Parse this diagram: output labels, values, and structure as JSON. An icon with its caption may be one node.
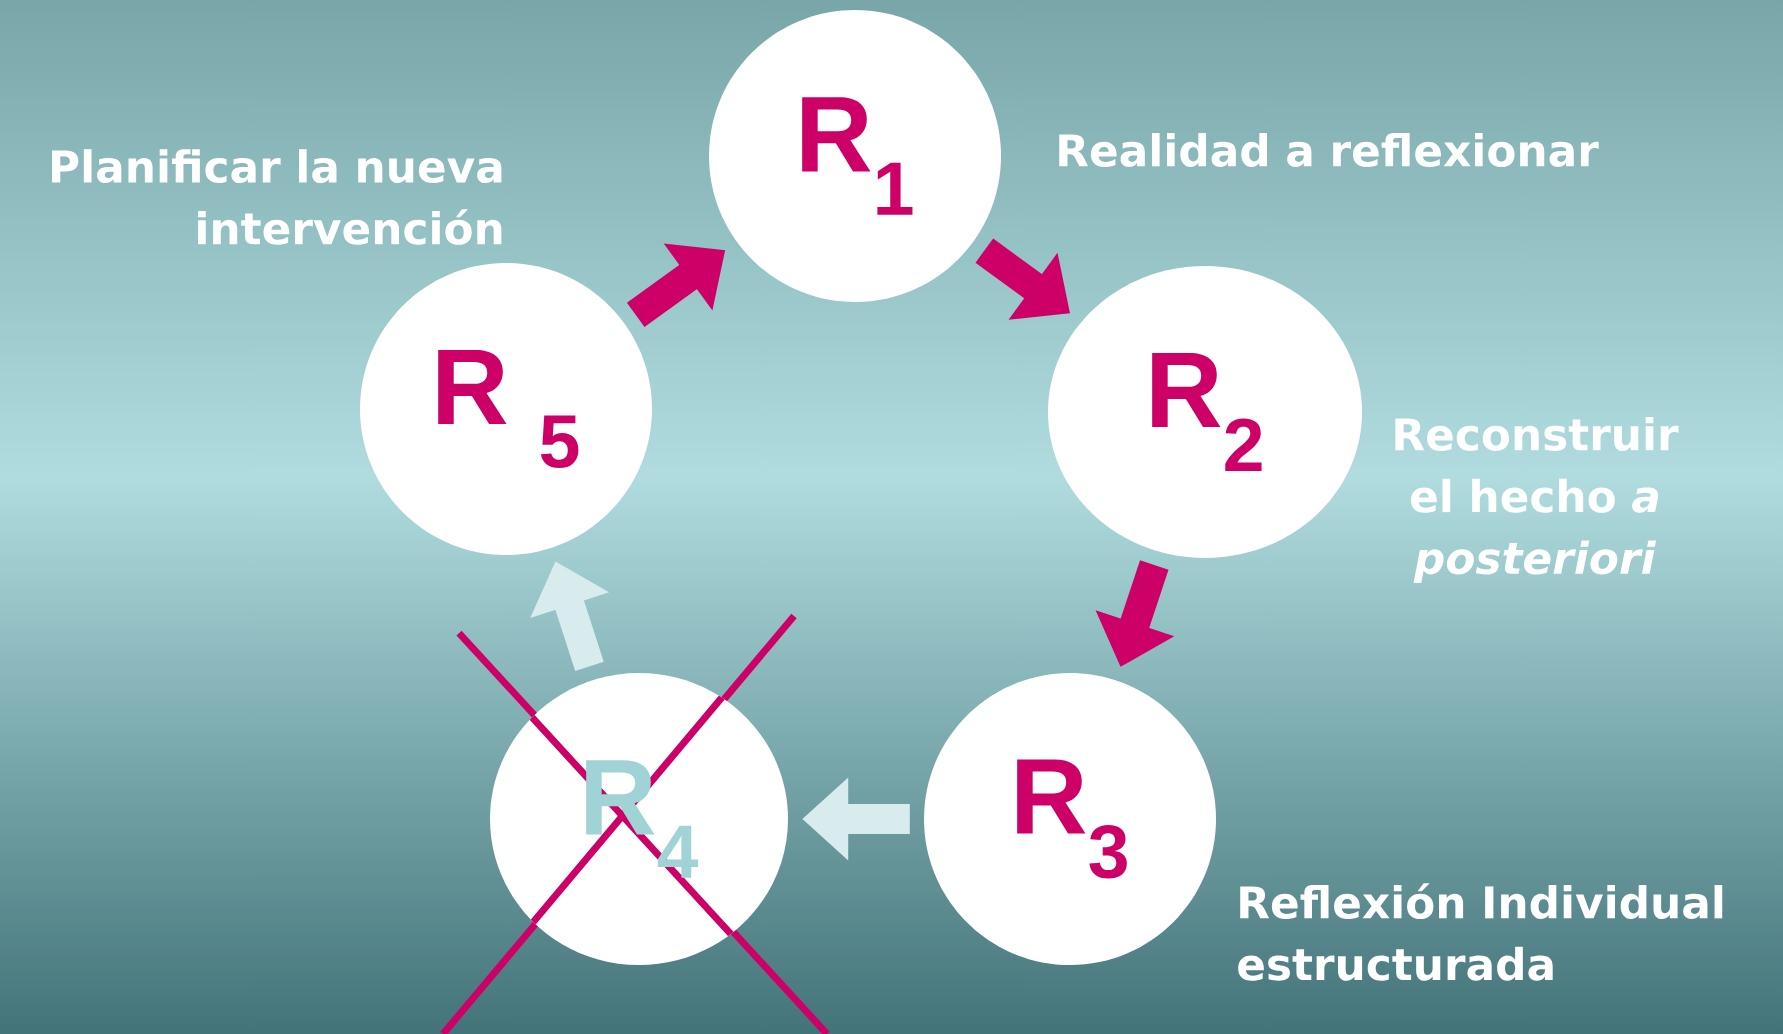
{
  "diagram": {
    "nodes": [
      {
        "text": [
          "R$_{1}$"
        ],
        "beside": [
          "Realidad a reflexionar"
        ]
      },
      {
        "text": [
          "R$_{2}$"
        ],
        "beside": [
          "Reconstruir el hecho *a posteriori*"
        ]
      },
      {
        "text": [
          "R$_{3}$"
        ],
        "beside": [
          "Reflexión Individual estructurada"
        ]
      },
      {
        "text": [
          "R$_{4}$"
        ]
      },
      {
        "text": [
          "R $_{5}$"
        ],
        "beside": [
          "Planificar la nueva intervención"
        ]
      }
    ],
    "edges": [
      {
        "from": 0,
        "to": 1,
        "arrow": "to"
      },
      {
        "from": 1,
        "to": 2,
        "arrow": "to"
      },
      {
        "from": 2,
        "to": 3,
        "arrow": "to",
        "color": "#d8ecee"
      },
      {
        "from": 3,
        "to": 4,
        "arrow": "to",
        "color": "#d8ecee"
      },
      {
        "from": 4,
        "to": 0,
        "arrow": "to"
      }
    ]
  }
}
